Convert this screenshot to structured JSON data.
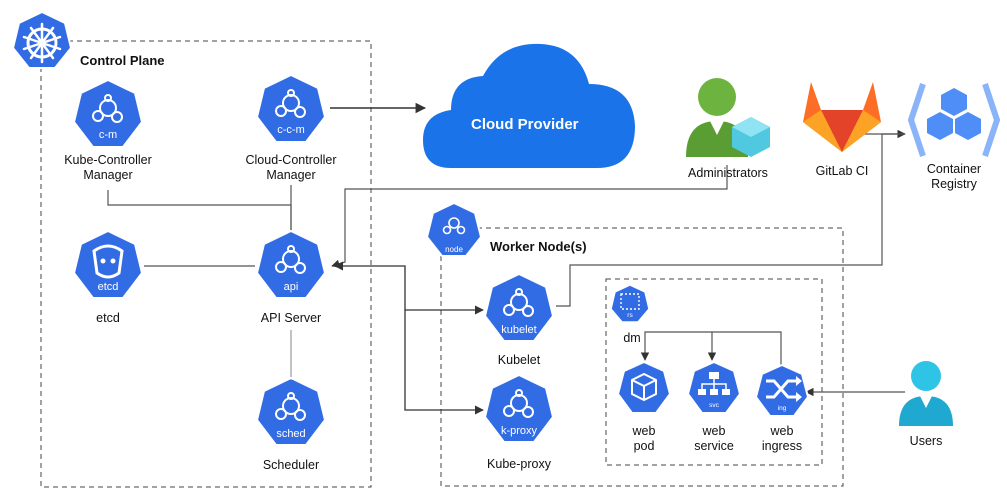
{
  "control_plane": {
    "title": "Control Plane"
  },
  "worker_node": {
    "title": "Worker Node(s)",
    "icon_text": "node"
  },
  "components": {
    "kube_controller": {
      "icon_text": "c-m",
      "label_line1": "Kube-Controller",
      "label_line2": "Manager"
    },
    "cloud_controller": {
      "icon_text": "c-c-m",
      "label_line1": "Cloud-Controller",
      "label_line2": "Manager"
    },
    "etcd": {
      "icon_text": "etcd",
      "label": "etcd"
    },
    "api_server": {
      "icon_text": "api",
      "label": "API Server"
    },
    "scheduler": {
      "icon_text": "sched",
      "label": "Scheduler"
    },
    "kubelet": {
      "icon_text": "kubelet",
      "label": "Kubelet"
    },
    "kube_proxy": {
      "icon_text": "k-proxy",
      "label": "Kube-proxy"
    }
  },
  "cloud_provider": {
    "label": "Cloud Provider"
  },
  "external": {
    "administrators": "Administrators",
    "gitlab": "GitLab CI",
    "registry_line1": "Container",
    "registry_line2": "Registry",
    "users": "Users"
  },
  "deployment": {
    "icon_text": "rs",
    "label": "dm",
    "pod": {
      "line1": "web",
      "line2": "pod"
    },
    "service": {
      "icon_text": "svc",
      "line1": "web",
      "line2": "service"
    },
    "ingress": {
      "icon_text": "ing",
      "line1": "web",
      "line2": "ingress"
    }
  },
  "colors": {
    "k8s_blue": "#326ce5",
    "line_gray": "#555555",
    "dash_gray": "#444444",
    "admin_green": "#6cb33f",
    "admin_cyan": "#50c8e0",
    "gitlab_orange": "#fc6d26",
    "registry_blue": "#4f8ef7",
    "users_cyan": "#2ec4e6"
  },
  "icons": {
    "k8s_logo": "helm-wheel-icon",
    "component": "gear-cluster-icon",
    "pod": "cube-icon",
    "service": "network-tree-icon",
    "ingress": "shuffle-icon",
    "admin": "person-icon",
    "users": "person-icon",
    "gitlab": "fox-icon",
    "registry": "cubes-icon",
    "cloud": "cloud-icon"
  }
}
